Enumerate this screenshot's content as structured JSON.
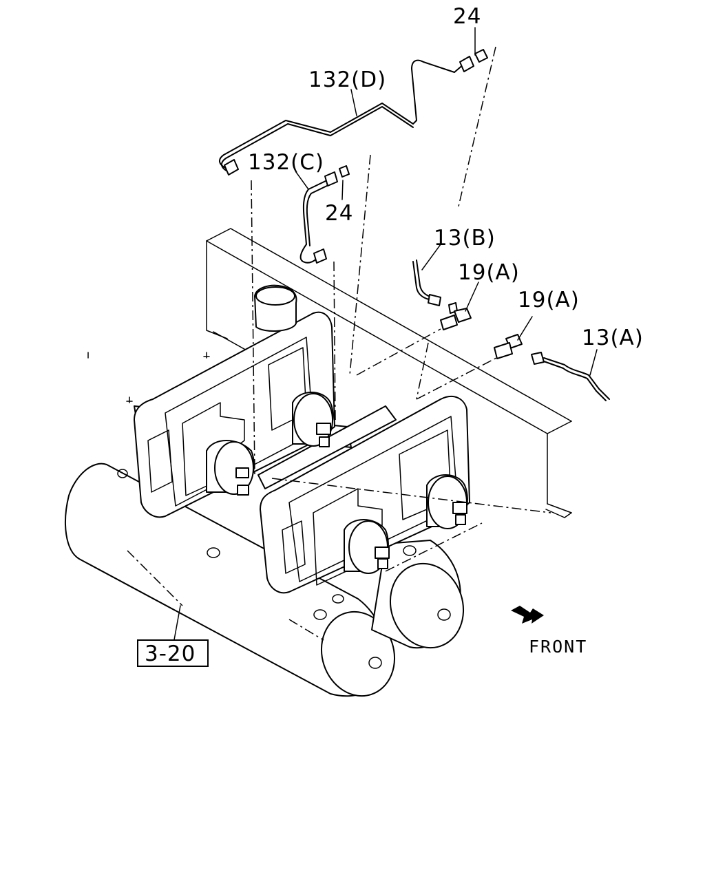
{
  "callouts": {
    "c24_top": "24",
    "c132d": "132(D)",
    "c132c": "132(C)",
    "c24_mid": "24",
    "c13b": "13(B)",
    "c19a_upper": "19(A)",
    "c19a_lower": "19(A)",
    "c13a": "13(A)"
  },
  "reference_box": "3-20",
  "front_label": "FRONT",
  "icons": {
    "front_arrow": "front-arrow-icon"
  }
}
